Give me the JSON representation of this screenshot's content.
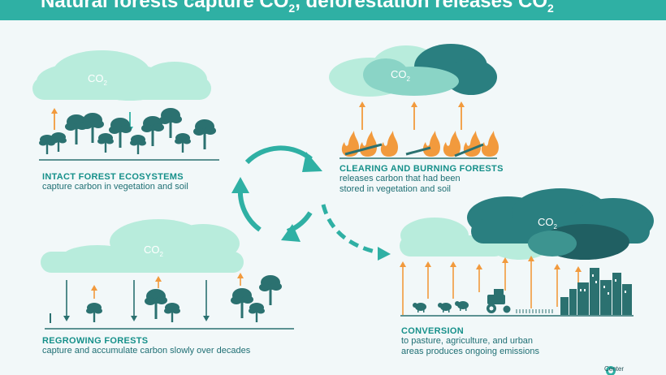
{
  "title": {
    "prefix": "Natural forests capture CO",
    "sub1": "2",
    "middle": ", deforestation releases CO",
    "sub2": "2"
  },
  "co2_labels": {
    "main": "CO",
    "sub": "2"
  },
  "sections": {
    "intact": {
      "heading": "INTACT FOREST ECOSYSTEMS",
      "description": "capture carbon in vegetation and soil"
    },
    "clearing": {
      "heading": "CLEARING AND BURNING FORESTS",
      "description_line1": "releases carbon that had been",
      "description_line2": "stored in vegetation and soil"
    },
    "regrowing": {
      "heading": "REGROWING FORESTS",
      "description": "capture and accumulate carbon slowly over decades"
    },
    "conversion": {
      "heading": "CONVERSION",
      "description_line1": "to pasture, agriculture, and urban",
      "description_line2": "areas produces ongoing emissions"
    }
  },
  "logo": {
    "text": "Center"
  },
  "colors": {
    "background": "#f2f8f9",
    "title_bar": "#2fb0a4",
    "light_cloud": "#b8ecdc",
    "dark_cloud": "#2a7f80",
    "tree": "#2b7170",
    "fire": "#f29a3d",
    "arrow_up": "#f29a3d",
    "heading": "#16908a",
    "cycle_arrow": "#2fb0a4"
  }
}
